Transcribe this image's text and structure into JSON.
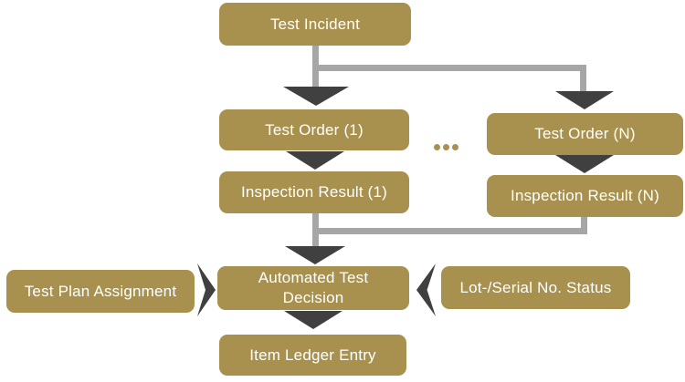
{
  "diagram": {
    "type": "flowchart",
    "colors": {
      "node_fill": "#A8914F",
      "node_text": "#FFFFFF",
      "arrow_fill": "#404040",
      "connector_stroke": "#A6A6A6",
      "background": "#FFFFFF"
    },
    "nodes": {
      "test_incident": {
        "label": "Test Incident"
      },
      "test_order_1": {
        "label": "Test Order (1)"
      },
      "inspection_result_1": {
        "label": "Inspection Result (1)"
      },
      "test_order_n": {
        "label": "Test Order (N)"
      },
      "inspection_result_n": {
        "label": "Inspection Result (N)"
      },
      "automated_test_decision": {
        "label": "Automated Test Decision"
      },
      "test_plan_assignment": {
        "label": "Test Plan Assignment"
      },
      "lot_serial_status": {
        "label": "Lot-/Serial No. Status"
      },
      "item_ledger_entry": {
        "label": "Item Ledger Entry"
      }
    },
    "ellipsis": "•••",
    "edges": [
      {
        "from": "test_incident",
        "to": "test_order_1"
      },
      {
        "from": "test_incident",
        "to": "test_order_n"
      },
      {
        "from": "test_order_1",
        "to": "inspection_result_1"
      },
      {
        "from": "test_order_n",
        "to": "inspection_result_n"
      },
      {
        "from": "inspection_result_1",
        "to": "automated_test_decision"
      },
      {
        "from": "inspection_result_n",
        "to": "automated_test_decision"
      },
      {
        "from": "test_plan_assignment",
        "to": "automated_test_decision"
      },
      {
        "from": "lot_serial_status",
        "to": "automated_test_decision"
      },
      {
        "from": "automated_test_decision",
        "to": "item_ledger_entry"
      }
    ]
  }
}
